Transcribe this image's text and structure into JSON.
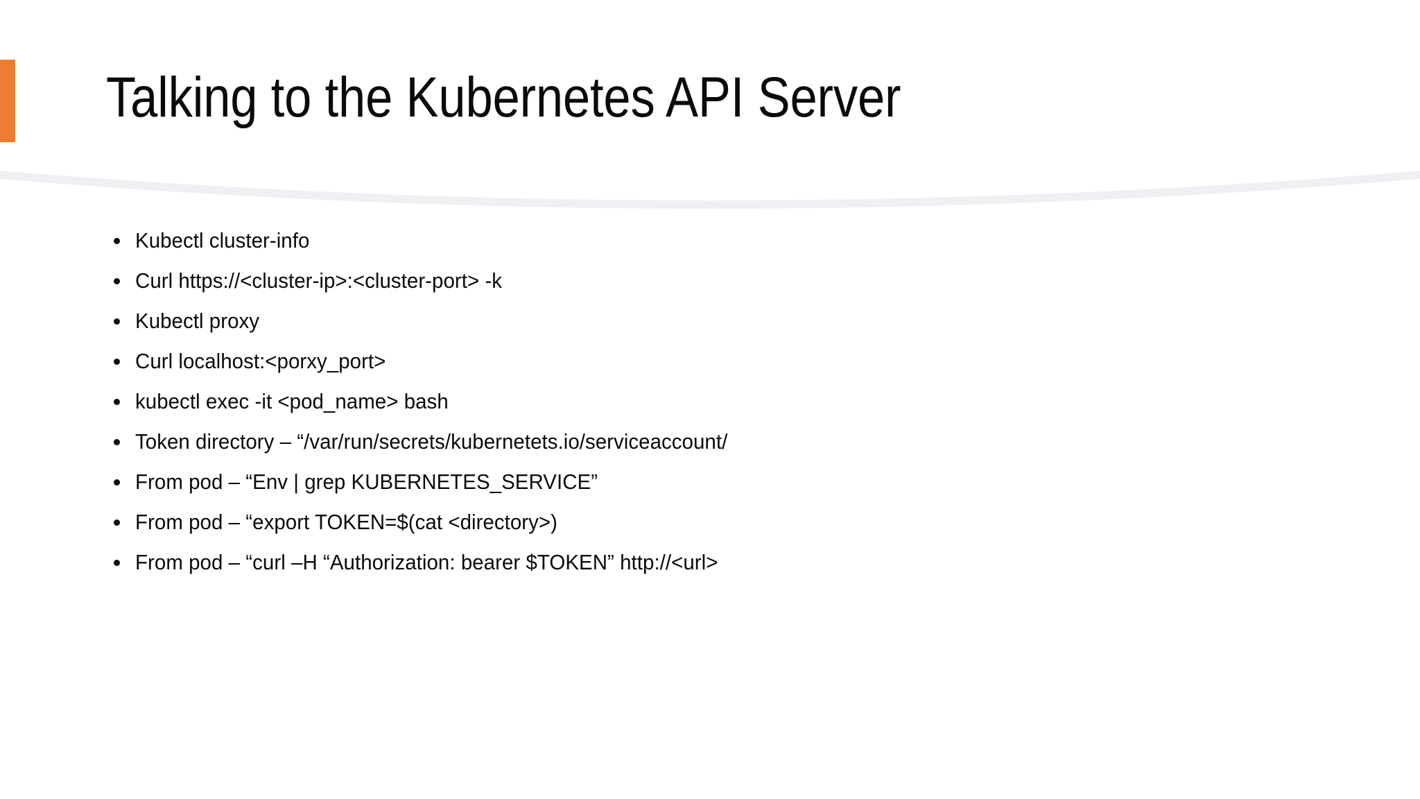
{
  "slide": {
    "background_color": "#FFFFFF",
    "accent_color": "#ED7D31",
    "text_color": "#0A0A0A",
    "title": "Talking to the Kubernetes API Server",
    "divider_color": "#EFEFF3"
  },
  "content": {
    "bullet_glyph": "•",
    "bullets": [
      {
        "text": "Kubectl cluster-info"
      },
      {
        "text": "Curl https://<cluster-ip>:<cluster-port> -k"
      },
      {
        "text": "Kubectl proxy"
      },
      {
        "text": "Curl localhost:<porxy_port>"
      },
      {
        "text": "kubectl exec -it <pod_name> bash"
      },
      {
        "text": "Token directory – “/var/run/secrets/kubernetets.io/serviceaccount/"
      },
      {
        "text": "From pod – “Env | grep KUBERNETES_SERVICE”"
      },
      {
        "text": "From pod – “export TOKEN=$(cat <directory>)"
      },
      {
        "text": "From pod – “curl –H “Authorization: bearer $TOKEN” http://<url>"
      }
    ]
  }
}
